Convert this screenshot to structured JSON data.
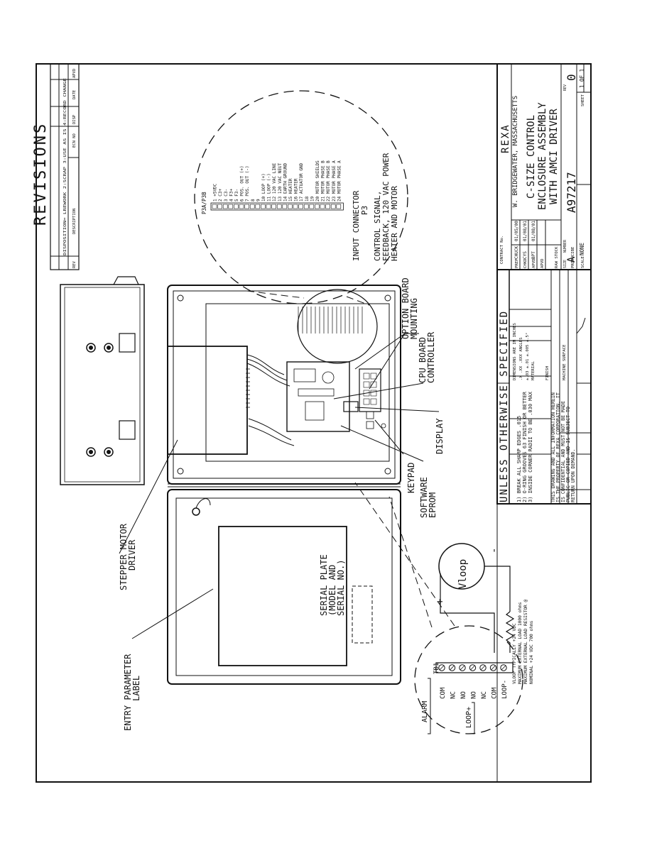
{
  "revisions": {
    "title": "REVISIONS",
    "history": "DISPOSITION= LREWORK 2:SCRAP 3:USE AS IS 4:RECORD CHANGE",
    "col_rev": "REV",
    "col_description": "DESCRIPTION",
    "col_ecn": "ECN NO",
    "col_disp": "DISP",
    "col_date": "DATE",
    "col_apvd": "APVD"
  },
  "connector": {
    "header": "P3A/P3B",
    "pins": [
      {
        "num": "1",
        "label": "+5VDC"
      },
      {
        "num": "2",
        "label": "C3+"
      },
      {
        "num": "3",
        "label": "C3-"
      },
      {
        "num": "4",
        "label": "F3+"
      },
      {
        "num": "5",
        "label": "F3-"
      },
      {
        "num": "6",
        "label": "POS. OUT (+)"
      },
      {
        "num": "7",
        "label": "POS. OUT (-)"
      },
      {
        "num": "8",
        "label": ""
      },
      {
        "num": "9",
        "label": ""
      },
      {
        "num": "10",
        "label": "LOOP (+)"
      },
      {
        "num": "11",
        "label": "LOOP (-)"
      },
      {
        "num": "12",
        "label": "120 VAC LINE"
      },
      {
        "num": "13",
        "label": "120 VAC NEUT"
      },
      {
        "num": "14",
        "label": "EARTH GROUND"
      },
      {
        "num": "15",
        "label": "HEATER"
      },
      {
        "num": "16",
        "label": "HEATER"
      },
      {
        "num": "17",
        "label": "ACTUATOR GND"
      },
      {
        "num": "18",
        "label": ""
      },
      {
        "num": "19",
        "label": ""
      },
      {
        "num": "20",
        "label": "MOTOR SHIELDS"
      },
      {
        "num": "21",
        "label": "MOTOR PHASE B"
      },
      {
        "num": "22",
        "label": "MOTOR PHASE B"
      },
      {
        "num": "23",
        "label": "MOTOR PHASE A"
      },
      {
        "num": "24",
        "label": "MOTOR PHASE A"
      }
    ],
    "title": "INPUT CONNECTOR",
    "subtitle": "P3",
    "desc1": "CONTROL SIGNAL,",
    "desc2": "FEEDBACK, 120 VAC POWER",
    "desc3": "HEATER AND MOTOR"
  },
  "labels": {
    "option_board_1": "OPTION BOARD",
    "option_board_2": "MOUNTING",
    "cpu_1": "CPU BOARD",
    "cpu_2": "CONTROLLER",
    "display": "DISPLAY",
    "keypad": "KEYPAD",
    "software_1": "SOFTWARE",
    "software_2": "EPROM",
    "stepper_1": "STEPPER MOTOR",
    "stepper_2": "DRIVER",
    "serial_1": "SERIAL PLATE",
    "serial_2": "(MODEL AND",
    "serial_3": "SERIAL NO.)",
    "entry_1": "ENTRY PARAMETER",
    "entry_2": "LABEL"
  },
  "terminal": {
    "tb_label": "TB1",
    "terminals": [
      "COM",
      "NC",
      "NO",
      "NO",
      "NC",
      "COM",
      "LOOP-"
    ],
    "alarm_label": "ALARM",
    "loop_plus_label": "LOOP+",
    "vloop": "Vloop",
    "plus": "+",
    "minus": "-",
    "notes": [
      "VLOOP TYPICALLY +24 VDC",
      "MAXIMUM EXTERNAL LOAD 1000 ohms",
      "MAXIMUM EXTERNAL LOAD RESISTOR @",
      "NOMINAL +24 VDC 700 ohms"
    ]
  },
  "title_block": {
    "unless": "UNLESS OTHERWISE SPECIFIED",
    "notes": [
      "1) BREAK ALL SHARP EDGES .015",
      "2) O-RING GROOVES 63 FINISH OR BETTER",
      "3) INSIDE CORNER RADII TO BE .030 MAX"
    ],
    "property": [
      "THIS DRAWING AND ALL INFORMATION HEREIN",
      "IS THE PROPERTY OF REXA CORPORATION. IT",
      "IS CONFIDENTIAL AND MUST NOT BE MADE",
      "PUBLIC OR COPIED AND IS SUBJECT TO",
      "RETURN UPON DEMAND."
    ],
    "dims_header": "DIMENSIONS ARE IN INCHES",
    "tol_row1": ".X   .XX   .XXX  ANGLES",
    "tol_row2": "±.03 ±.01 ±.005 ±.5°",
    "material": "MATERIAL",
    "finish": "FINISH",
    "machine_surface": "MACHINE SURFACE",
    "contract_no": "CONTRACT No.",
    "prep_label": "PREP",
    "prep_name": "CHUCK",
    "prep_date": "01/05/00",
    "chkd_label": "CHKD",
    "chkd_name": "CYS",
    "chkd_date": "01/08/01",
    "apvd_label": "APVD",
    "apvd_name": "BPT",
    "apvd_date": "01/08/01",
    "apvd2_label": "APVD",
    "raw_stock": "RAW STOCK",
    "producibe": "PRODUCIBE",
    "company": "REXA",
    "location": "W. BRIDGEWATER, MASSACHUSETTS",
    "title1": "C-SIZE CONTROL",
    "title2": "ENCLOSURE ASSEMBLY",
    "title3": "WITH AMCI DRIVER",
    "size_label": "SIZE",
    "size": "A",
    "number_label": "NUMBER",
    "number": "A97217",
    "rev_label": "REV",
    "rev": "0",
    "scale_label": "SCALE",
    "scale": "NONE",
    "sheet_label": "SHEET",
    "sheet": "1 OF 1"
  }
}
